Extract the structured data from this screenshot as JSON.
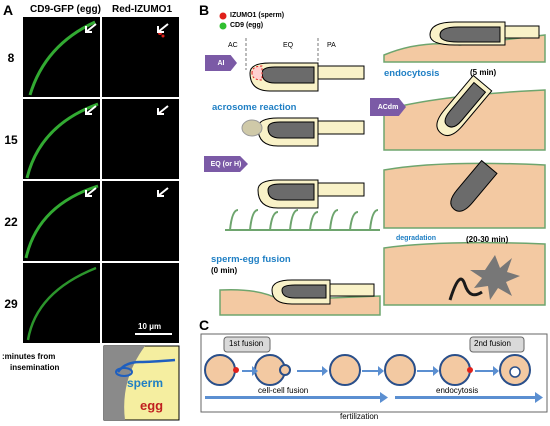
{
  "panelA": {
    "letter": "A",
    "col1_header": "CD9-GFP (egg)",
    "col2_header": "Red-IZUMO1",
    "rows": [
      "8",
      "15",
      "22",
      "29"
    ],
    "scale_bar": "10 μm",
    "footnote_line1": ":minutes from",
    "footnote_line2": "insemination",
    "inset_sperm": "sperm",
    "inset_egg": "egg"
  },
  "panelB": {
    "letter": "B",
    "legend": [
      {
        "label": "IZUMO1 (sperm)",
        "color": "#e0201b"
      },
      {
        "label": "CD9 (egg)",
        "color": "#2fbf2f"
      }
    ],
    "regions": [
      "AC",
      "EQ",
      "PA"
    ],
    "arrows": [
      "AI",
      "EQ (or H)",
      "ACdm"
    ],
    "stages": {
      "acrosome": "acrosome reaction",
      "fusion": "sperm-egg fusion",
      "fusion_time": "(0 min)",
      "endocytosis": "endocytosis",
      "endo_time": "(5 min)",
      "degradation": "degradation",
      "deg_time": "(20-30 min)"
    }
  },
  "panelC": {
    "letter": "C",
    "fusion1": "1st fusion",
    "fusion2": "2nd fusion",
    "cellcell": "cell-cell fusion",
    "endocytosis": "endocytosis",
    "fertilization": "fertilization"
  },
  "colors": {
    "membrane": "#2a4f8a",
    "egg": "#f3c9a2",
    "sperm_head": "#6b6b6b",
    "blue_text": "#1f7fc4",
    "arrow": "#5b8fd1"
  }
}
